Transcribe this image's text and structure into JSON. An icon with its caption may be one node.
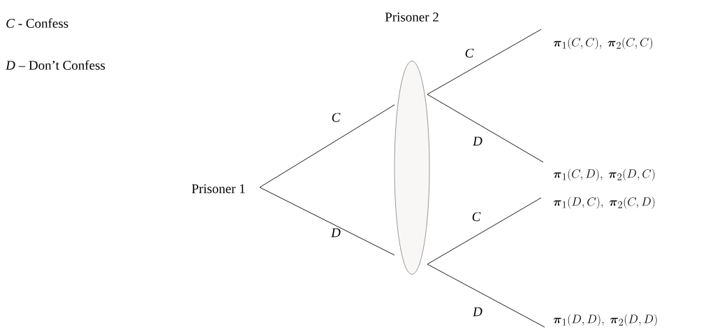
{
  "diagram": {
    "nodes": [
      {
        "text": [
          "Prisoner 2"
        ]
      },
      {
        "text": [
          "Prisoner 1"
        ]
      },
      {
        "text": [
          "\\boldsymbol{\\pi}_1(C,C),\\ \\boldsymbol{\\pi}_2(C,C)"
        ]
      },
      {
        "text": [
          "\\boldsymbol{\\pi}_1(C,D),\\ \\boldsymbol{\\pi}_2(D,C)"
        ]
      },
      {
        "text": [
          "\\boldsymbol{\\pi}_1(D,C),\\ \\boldsymbol{\\pi}_2(C,D)"
        ]
      },
      {
        "text": [
          "\\boldsymbol{\\pi}_1(D,D),\\ \\boldsymbol{\\pi}_2(D,D)"
        ]
      }
    ],
    "edges": [
      {
        "from": 1,
        "to": 0,
        "arrow": "none",
        "label": "C"
      },
      {
        "from": 1,
        "to": 0,
        "arrow": "none",
        "label": "D"
      },
      {
        "from": 0,
        "to": 2,
        "arrow": "none",
        "label": "C"
      },
      {
        "from": 0,
        "to": 3,
        "arrow": "none",
        "label": "D"
      },
      {
        "from": 0,
        "to": 4,
        "arrow": "none",
        "label": "C"
      },
      {
        "from": 0,
        "to": 5,
        "arrow": "none",
        "label": "D"
      }
    ],
    "labels": [
      "*C* - Confess",
      "*D* – Don’t Confess"
    ]
  }
}
